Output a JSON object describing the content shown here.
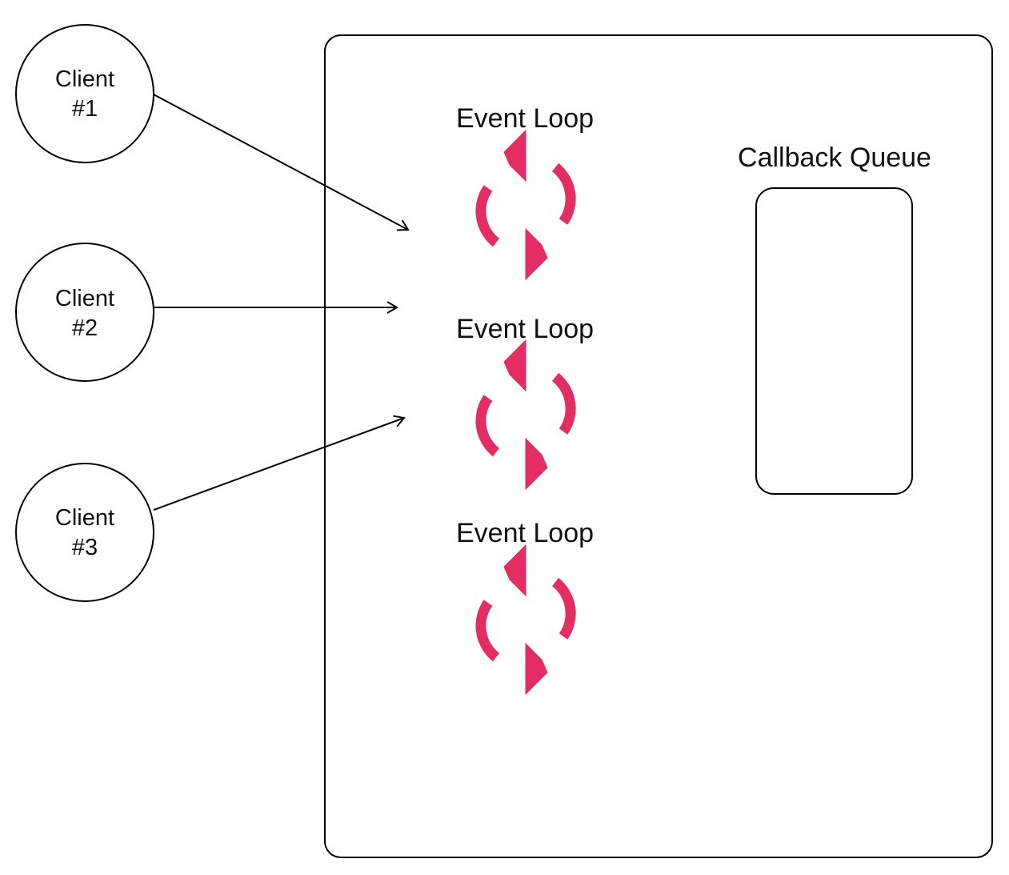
{
  "clients": [
    {
      "label": "Client\n#1"
    },
    {
      "label": "Client\n#2"
    },
    {
      "label": "Client\n#3"
    }
  ],
  "event_loops": [
    {
      "label": "Event Loop",
      "icon": "refresh-cycle-icon"
    },
    {
      "label": "Event Loop",
      "icon": "refresh-cycle-icon"
    },
    {
      "label": "Event Loop",
      "icon": "refresh-cycle-icon"
    }
  ],
  "callback_queue": {
    "label": "Callback Queue"
  },
  "colors": {
    "accent": "#E32D63",
    "stroke": "#000000",
    "background": "#FFFFFF"
  }
}
